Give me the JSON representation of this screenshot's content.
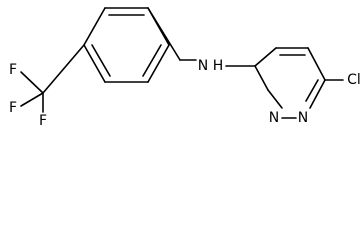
{
  "molecule": {
    "atoms": {
      "F1": "F",
      "F2": "F",
      "F3": "F",
      "N_amine": "N",
      "H_amine": "H",
      "N_ring_1": "N",
      "N_ring_2": "N",
      "Cl": "Cl"
    }
  }
}
